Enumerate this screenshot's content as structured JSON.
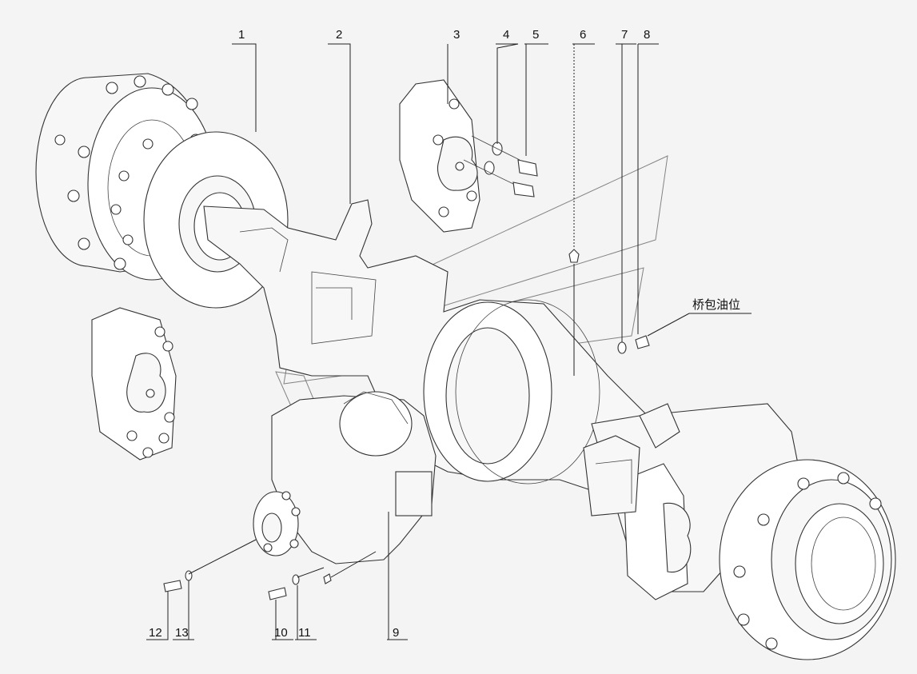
{
  "callouts": [
    {
      "id": "1",
      "text": "1"
    },
    {
      "id": "2",
      "text": "2"
    },
    {
      "id": "3",
      "text": "3"
    },
    {
      "id": "4",
      "text": "4"
    },
    {
      "id": "5",
      "text": "5"
    },
    {
      "id": "6",
      "text": "6"
    },
    {
      "id": "7",
      "text": "7"
    },
    {
      "id": "8",
      "text": "8"
    },
    {
      "id": "9",
      "text": "9"
    },
    {
      "id": "10",
      "text": "10"
    },
    {
      "id": "11",
      "text": "11"
    },
    {
      "id": "12",
      "text": "12"
    },
    {
      "id": "13",
      "text": "13"
    }
  ],
  "annotation": {
    "oil_level": "桥包油位"
  }
}
